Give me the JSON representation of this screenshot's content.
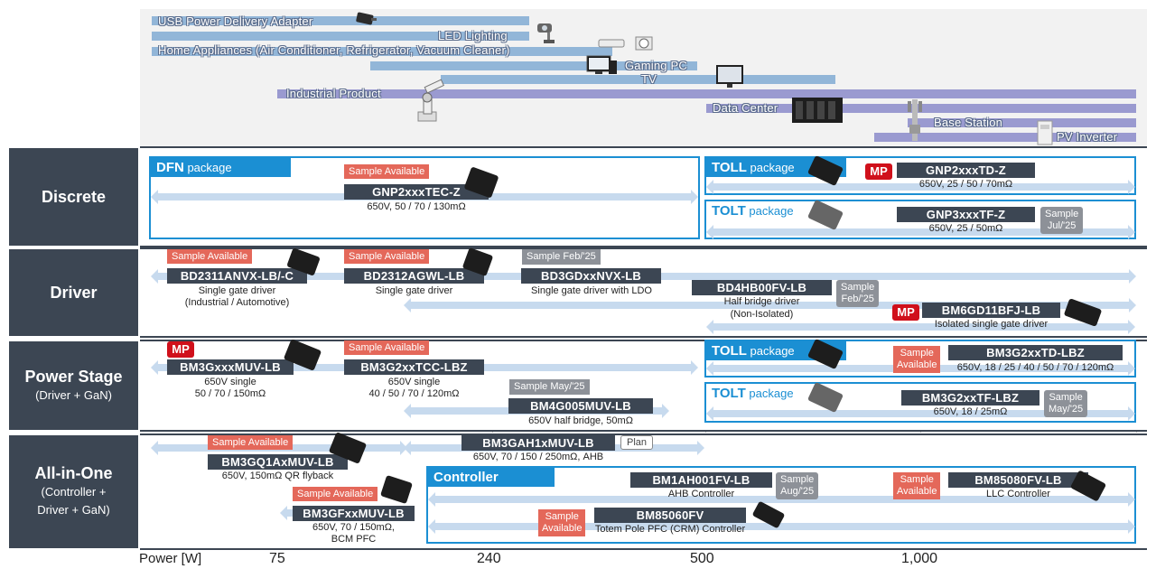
{
  "applications": {
    "usb": "USB Power Delivery Adapter",
    "led": "LED Lighting",
    "home": "Home Appliances (Air Conditioner, Refrigerator, Vacuum Cleaner)",
    "gaming": "Gaming PC",
    "tv": "TV",
    "industrial": "Industrial Product",
    "datacenter": "Data Center",
    "basestation": "Base Station",
    "pv": "PV Inverter"
  },
  "rows": {
    "discrete": {
      "title": "Discrete"
    },
    "driver": {
      "title": "Driver"
    },
    "powerstage": {
      "title": "Power Stage",
      "sub": "(Driver + GaN)"
    },
    "allinone": {
      "title": "All-in-One",
      "sub1": "(Controller +",
      "sub2": "Driver + GaN)"
    }
  },
  "packages": {
    "dfn_name": "DFN",
    "dfn_suffix": " package",
    "toll_name": "TOLL",
    "toll_suffix": " package",
    "tolt_name": "TOLT",
    "tolt_suffix": " package",
    "controller": "Controller"
  },
  "badges": {
    "sample_available": "Sample Available",
    "sample_word": "Sample",
    "available_word": "Available",
    "mp": "MP",
    "plan": "Plan",
    "feb25_a": "Sample Feb/'25",
    "feb25_b": "Feb/'25",
    "jul25": "Jul/'25",
    "may25_a": "Sample May/'25",
    "may25_b": "May/'25",
    "aug25": "Aug/'25"
  },
  "products": {
    "gnp2tec": {
      "pn": "GNP2xxxTEC-Z",
      "spec": "650V, 50 / 70 / 130mΩ"
    },
    "gnp2td": {
      "pn": "GNP2xxxTD-Z",
      "spec": "650V, 25 / 50 / 70mΩ"
    },
    "gnp3tf": {
      "pn": "GNP3xxxTF-Z",
      "spec": "650V, 25 / 50mΩ"
    },
    "bd2311": {
      "pn": "BD2311ANVX-LB/-C",
      "spec1": "Single gate driver",
      "spec2": "(Industrial / Automotive)"
    },
    "bd2312": {
      "pn": "BD2312AGWL-LB",
      "spec": "Single gate driver"
    },
    "bd3gd": {
      "pn": "BD3GDxxNVX-LB",
      "spec": "Single gate driver with LDO"
    },
    "bd4hb": {
      "pn": "BD4HB00FV-LB",
      "spec1": "Half bridge driver",
      "spec2": "(Non-Isolated)"
    },
    "bm6gd": {
      "pn": "BM6GD11BFJ-LB",
      "spec": "Isolated single gate driver"
    },
    "bm3gxxxmuv": {
      "pn": "BM3GxxxMUV-LB",
      "spec1": "650V single",
      "spec2": "50 / 70 / 150mΩ"
    },
    "bm3g2tcc": {
      "pn": "BM3G2xxTCC-LBZ",
      "spec1": "650V single",
      "spec2": "40 / 50 / 70 / 120mΩ"
    },
    "bm4g005": {
      "pn": "BM4G005MUV-LB",
      "spec": "650V half bridge, 50mΩ"
    },
    "bm3g2td": {
      "pn": "BM3G2xxTD-LBZ",
      "spec": "650V, 18 / 25 / 40 / 50 / 70 / 120mΩ"
    },
    "bm3g2tf": {
      "pn": "BM3G2xxTF-LBZ",
      "spec": "650V, 18 / 25mΩ"
    },
    "bm3gq1": {
      "pn": "BM3GQ1AxMUV-LB",
      "spec": "650V, 150mΩ QR flyback"
    },
    "bm3gah1": {
      "pn": "BM3GAH1xMUV-LB",
      "spec": "650V, 70 / 150 / 250mΩ, AHB"
    },
    "bm3gf": {
      "pn": "BM3GFxxMUV-LB",
      "spec1": "650V, 70 / 150mΩ,",
      "spec2": "BCM PFC"
    },
    "bm1ah001": {
      "pn": "BM1AH001FV-LB",
      "spec": "AHB Controller"
    },
    "bm85080": {
      "pn": "BM85080FV-LB",
      "spec": "LLC Controller"
    },
    "bm85060": {
      "pn": "BM85060FV",
      "spec": "Totem Pole PFC (CRM) Controller"
    }
  },
  "axis": {
    "label": "Power [W]",
    "ticks": [
      "75",
      "240",
      "500",
      "1,000"
    ]
  },
  "colors": {
    "row_header": "#3c4653",
    "package_blue": "#1b8fd3",
    "arrow": "#c7daee",
    "badge_red": "#e4685a",
    "mp_red": "#d0101b",
    "badge_grey": "#8d9198",
    "app_blue": "#92b6d8",
    "app_purple": "#9a9ad0"
  }
}
